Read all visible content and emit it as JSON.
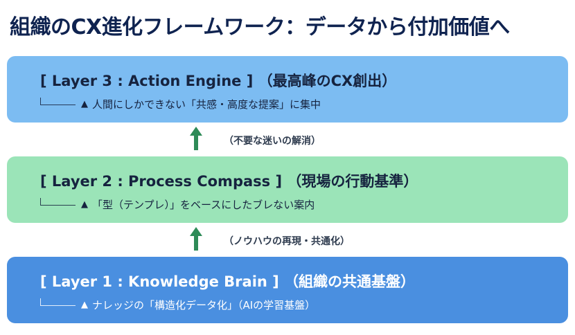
{
  "title": "組織のCX進化フレームワーク：データから付加価値へ",
  "layers": [
    {
      "heading": "[ Layer 3 : Action Engine ] （最高峰のCX創出）",
      "sub": "人間にしかできない「共感・高度な提案」に集中",
      "color": "#7cbcf2"
    },
    {
      "heading": "[ Layer 2 : Process Compass ] （現場の行動基準）",
      "sub": "「型（テンプレ）」をベースにしたブレない案内",
      "color": "#9be4b8"
    },
    {
      "heading": "[ Layer 1 : Knowledge Brain ] （組織の共通基盤）",
      "sub": "ナレッジの「構造化データ化」（AIの学習基盤）",
      "color": "#4a8fe0"
    }
  ],
  "arrows": [
    {
      "label": "（不要な迷いの解消）",
      "icon": "arrow-up-icon",
      "color": "#2e8b57"
    },
    {
      "label": "（ノウハウの再現・共通化）",
      "icon": "arrow-up-icon",
      "color": "#2e8b57"
    }
  ],
  "bullet_glyph": "▲"
}
